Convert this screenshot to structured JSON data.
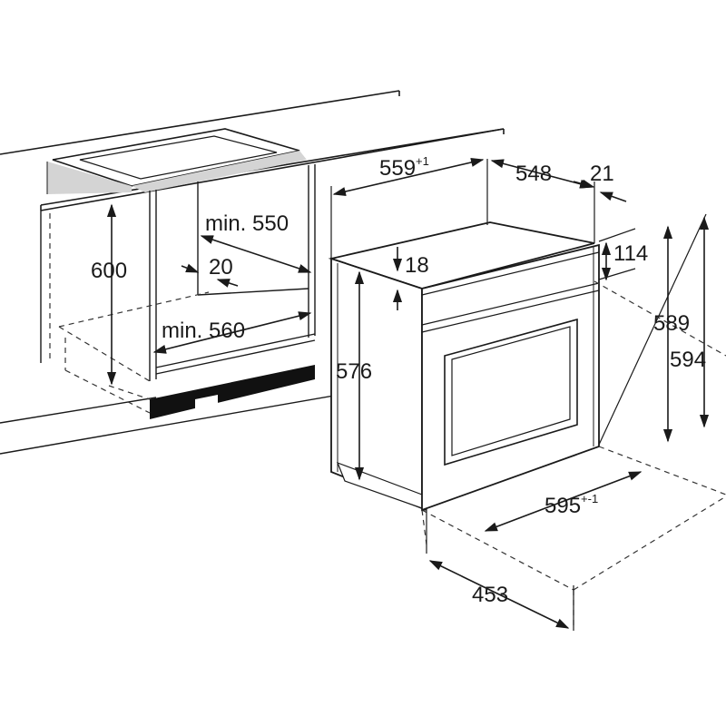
{
  "dimensions": {
    "cabinet_height": "600",
    "cabinet_min_depth": "min. 550",
    "ventilation_gap": "20",
    "cabinet_min_width": "min. 560",
    "oven_width_top": "559",
    "oven_width_top_tol": "+1",
    "oven_depth_top": "548",
    "panel_thickness": "21",
    "top_offset": "18",
    "panel_step": "114",
    "oven_body_height": "576",
    "front_height": "589",
    "total_height": "594",
    "front_width": "595",
    "front_width_tol": "+-1",
    "body_depth": "453"
  },
  "colors": {
    "line": "#1a1a1a",
    "dashed": "#333333",
    "hob_surface": "#d4d4d4",
    "plinth": "#111111"
  }
}
